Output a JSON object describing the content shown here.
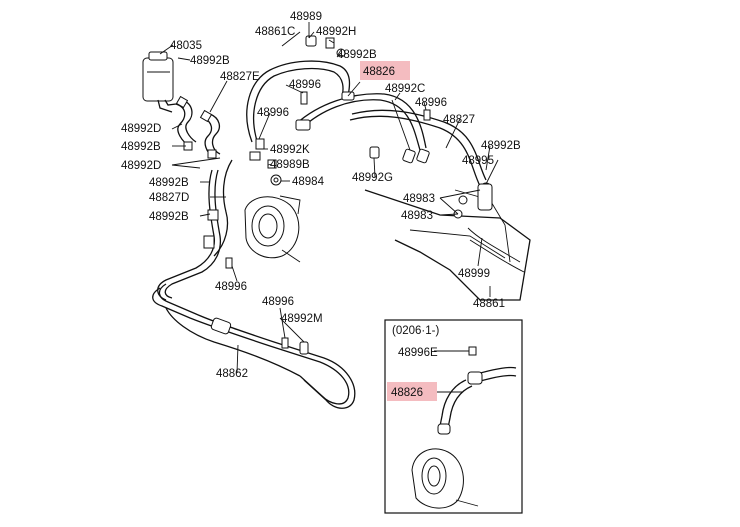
{
  "labels": {
    "p48989": "48989",
    "p48861c": "48861C",
    "p48992h": "48992H",
    "p48035": "48035",
    "p48992b_top": "48992B",
    "p48992b_res": "48992B",
    "p48826_main": "48826",
    "p48827e": "48827E",
    "p48996_a": "48996",
    "p48992c": "48992C",
    "p48996_b": "48996",
    "p48996_c": "48996",
    "p48992d_1": "48992D",
    "p48827": "48827",
    "p48992k": "48992K",
    "p48992b_right": "48992B",
    "p48992b_l1": "48992B",
    "p48989b": "48989B",
    "p48995": "48995",
    "p48992d_2": "48992D",
    "p48984": "48984",
    "p48992g": "48992G",
    "p48992b_l2": "48992B",
    "p48983_a": "48983",
    "p48827d": "48827D",
    "p48983_b": "48983",
    "p48992b_l3": "48992B",
    "p48999": "48999",
    "p48996_d": "48996",
    "p48861": "48861",
    "p48996_e": "48996",
    "p48992m": "48992M",
    "p48862": "48862",
    "inset_date": "(0206·1-)",
    "p48996e": "48996E",
    "p48826_inset": "48826"
  },
  "colors": {
    "highlight": "#f4bcc0",
    "line": "#111111"
  }
}
